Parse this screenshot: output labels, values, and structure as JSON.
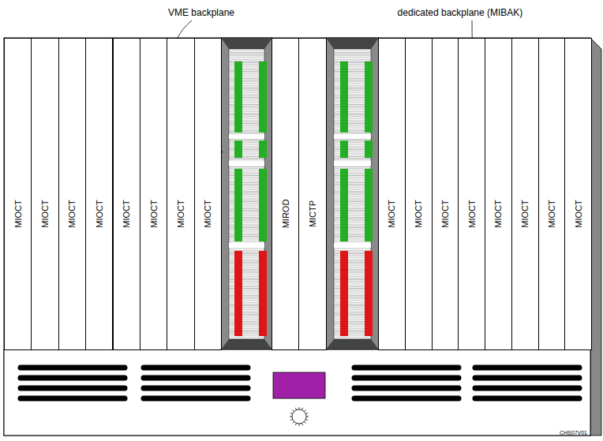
{
  "diagram": {
    "nodes": [
      {
        "text": [
          "MIOCT"
        ]
      },
      {
        "text": [
          "MIOCT"
        ]
      },
      {
        "text": [
          "MIOCT"
        ]
      },
      {
        "text": [
          "MIOCT"
        ]
      },
      {
        "text": [
          "MIOCT"
        ]
      },
      {
        "text": [
          "MIOCT"
        ]
      },
      {
        "text": [
          "MIOCT"
        ]
      },
      {
        "text": [
          "MIOCT"
        ]
      },
      {
        "text": [
          "MIROD"
        ]
      },
      {
        "text": [
          "MICTP"
        ]
      },
      {
        "text": [
          "MIOCT"
        ]
      },
      {
        "text": [
          "MIOCT"
        ]
      },
      {
        "text": [
          "MIOCT"
        ]
      },
      {
        "text": [
          "MIOCT"
        ]
      },
      {
        "text": [
          "MIOCT"
        ]
      },
      {
        "text": [
          "MIOCT"
        ]
      },
      {
        "text": [
          "MIOCT"
        ]
      },
      {
        "text": [
          "MIOCT"
        ]
      }
    ],
    "labels": [
      "VME backplane",
      "dedicated backplane (MIBAK)",
      "CHS07V01"
    ]
  }
}
